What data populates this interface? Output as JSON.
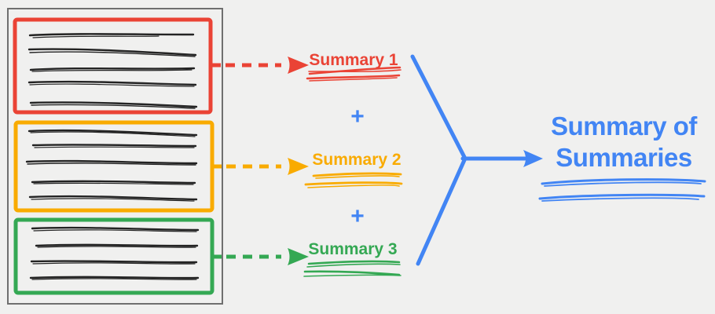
{
  "diagram": {
    "description": "Map-reduce summarization diagram: a document with three highlighted sections, each mapped to its own summary, combined into a summary of summaries",
    "plus": "+",
    "sections": [
      {
        "label": "Summary 1",
        "color_key": "red"
      },
      {
        "label": "Summary 2",
        "color_key": "orange"
      },
      {
        "label": "Summary 3",
        "color_key": "green"
      }
    ],
    "final": {
      "title_line1": "Summary of",
      "title_line2": "Summaries"
    }
  },
  "colors": {
    "red": "#EA4335",
    "orange": "#F9AB00",
    "green": "#34A853",
    "blue": "#4285F4",
    "ink": "#232323",
    "page_border": "#6F6F6F",
    "background": "#F0F0EF"
  }
}
